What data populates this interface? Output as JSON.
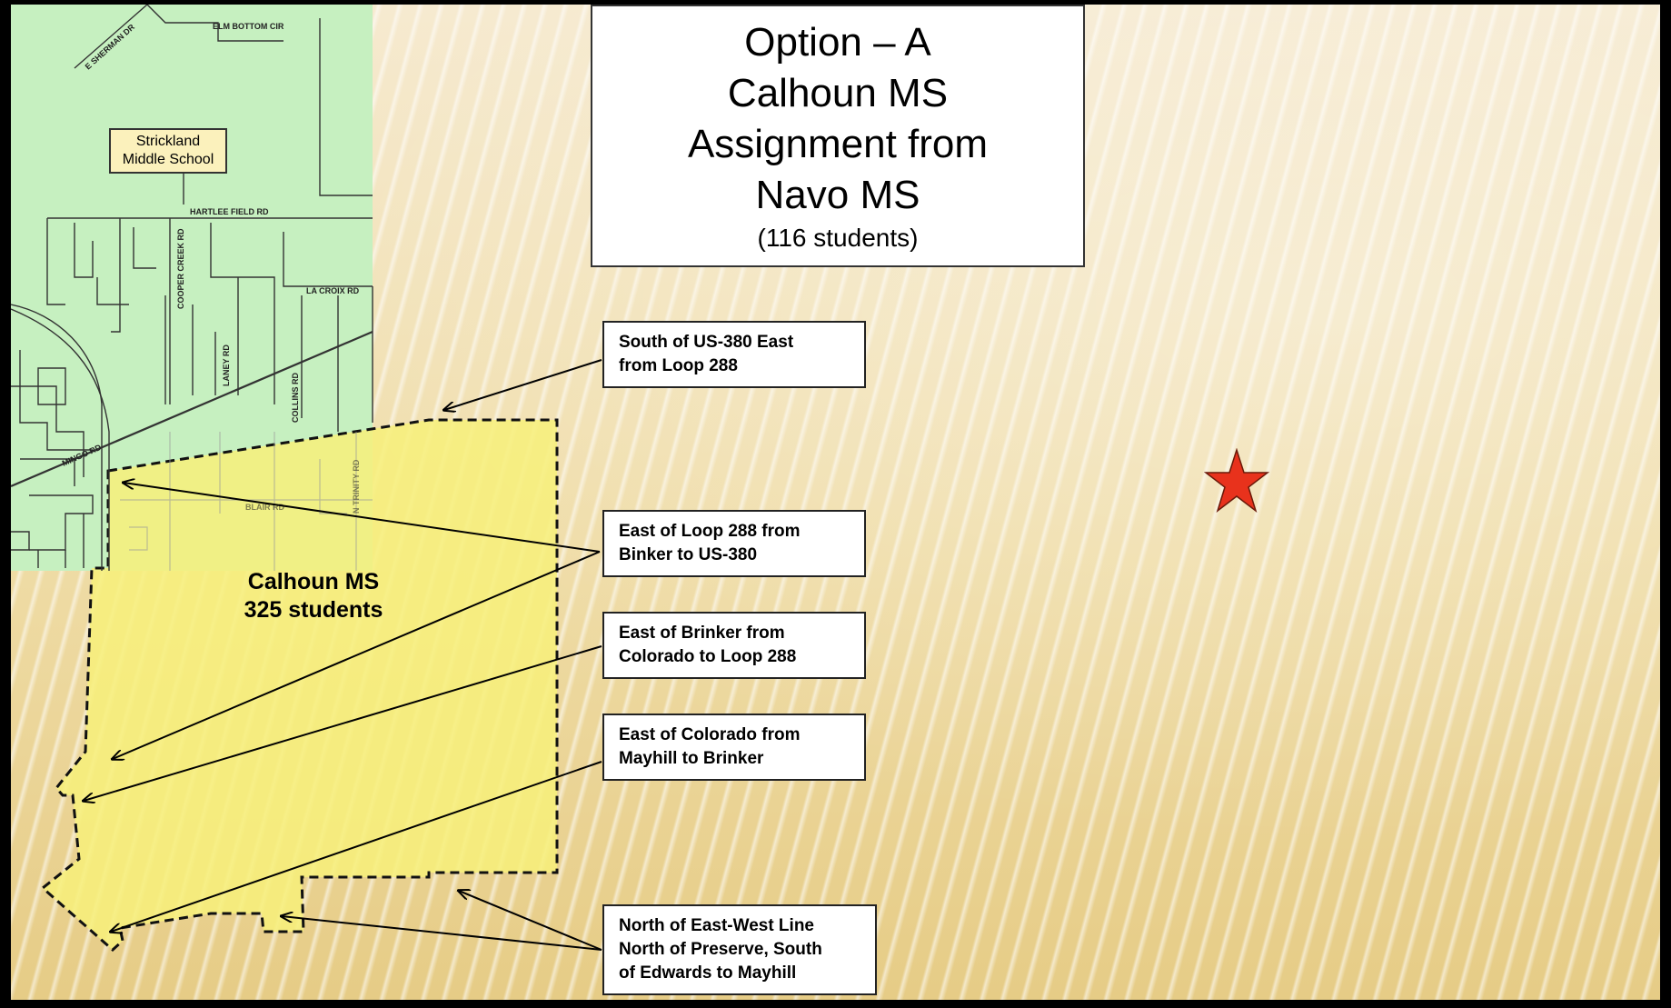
{
  "title": {
    "lines": [
      "Option – A",
      "Calhoun MS",
      "Assignment from",
      "Navo MS"
    ],
    "subtitle": "(116 students)"
  },
  "map_labels": {
    "strickland": [
      "Strickland",
      "Middle School"
    ],
    "calhoun": [
      "Calhoun MS",
      "325 students"
    ],
    "roads": {
      "sherman": "E SHERMAN DR",
      "elm_bottom": "ELM BOTTOM CIR",
      "hartlee": "HARTLEE FIELD RD",
      "cooper": "COOPER CREEK RD",
      "la_croix": "LA CROIX RD",
      "laney": "LANEY RD",
      "collins": "COLLINS RD",
      "mingo": "MINGO RD",
      "trinity": "N TRINITY RD",
      "blair": "BLAIR RD"
    }
  },
  "callouts": [
    {
      "id": "us380",
      "lines": [
        "South of US-380 East",
        "from Loop 288"
      ]
    },
    {
      "id": "loop288",
      "lines": [
        "East of Loop 288 from",
        "Binker to US-380"
      ]
    },
    {
      "id": "brinker",
      "lines": [
        "East of Brinker from",
        "Colorado to Loop 288"
      ]
    },
    {
      "id": "colorado",
      "lines": [
        "East of Colorado from",
        "Mayhill to Brinker"
      ]
    },
    {
      "id": "eastwest",
      "lines": [
        "North of East-West Line",
        "North of Preserve, South",
        "of Edwards to Mayhill"
      ]
    }
  ],
  "colors": {
    "map_green": "#c6f0c0",
    "zone_yellow": "#f7f07a",
    "star_red": "#e8321c",
    "background": "#f1dfa6"
  }
}
